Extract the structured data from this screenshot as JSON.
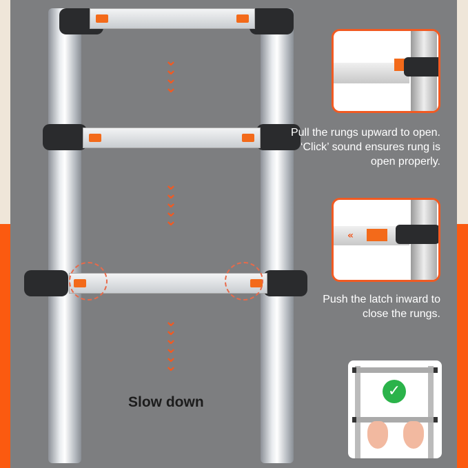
{
  "step_open": {
    "caption": "Pull the rungs upward to open. ‘Click’ sound ensures rung is open properly."
  },
  "step_close": {
    "caption": "Push the latch inward to close the rungs."
  },
  "slow_label": "Slow down",
  "icons": [
    "chevron-down-icon",
    "check-icon"
  ],
  "colors": {
    "accent": "#f15a22",
    "panel": "#7d7e80",
    "cream": "#efe6d9",
    "check": "#2bb34a"
  }
}
